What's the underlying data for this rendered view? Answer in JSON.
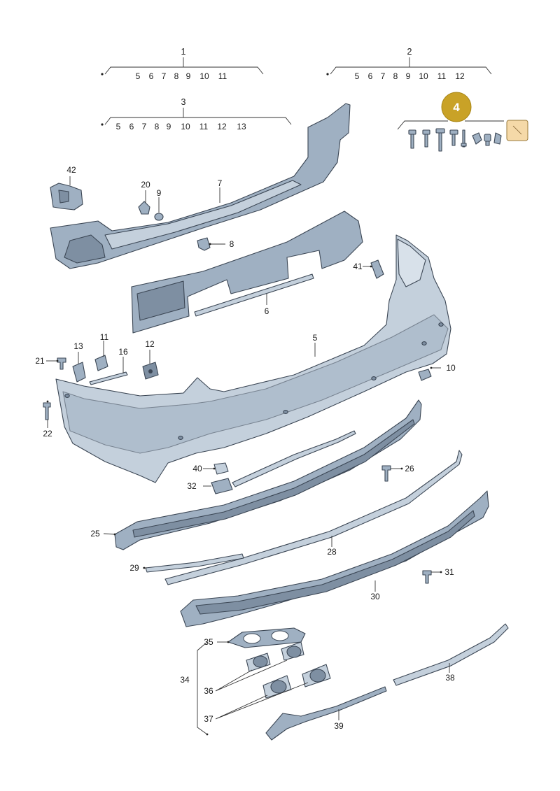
{
  "callouts": {
    "c1": "1",
    "c2": "2",
    "c3": "3",
    "c4": "4",
    "c5": "5",
    "c6": "6",
    "c7": "7",
    "c8": "8",
    "c9": "9",
    "c10": "10",
    "c11": "11",
    "c12": "12",
    "c13": "13",
    "c16": "16",
    "c20": "20",
    "c21": "21",
    "c22": "22",
    "c25": "25",
    "c26": "26",
    "c28": "28",
    "c29": "29",
    "c30": "30",
    "c31": "31",
    "c32": "32",
    "c34": "34",
    "c35": "35",
    "c36": "36",
    "c37": "37",
    "c38": "38",
    "c39": "39",
    "c40": "40",
    "c41": "41",
    "c42": "42"
  },
  "group1": {
    "header": "1",
    "items": [
      "5",
      "6",
      "7",
      "8",
      "9",
      "10",
      "11"
    ]
  },
  "group2": {
    "header": "2",
    "items": [
      "5",
      "6",
      "7",
      "8",
      "9",
      "10",
      "11",
      "12"
    ]
  },
  "group3": {
    "header": "3",
    "items": [
      "5",
      "6",
      "7",
      "8",
      "9",
      "10",
      "11",
      "12",
      "13"
    ]
  },
  "colors": {
    "badge": "#c9a227",
    "note_box": "#f5d9a8",
    "part_fill": "#9fb0c2",
    "part_stroke": "#3b4654"
  }
}
